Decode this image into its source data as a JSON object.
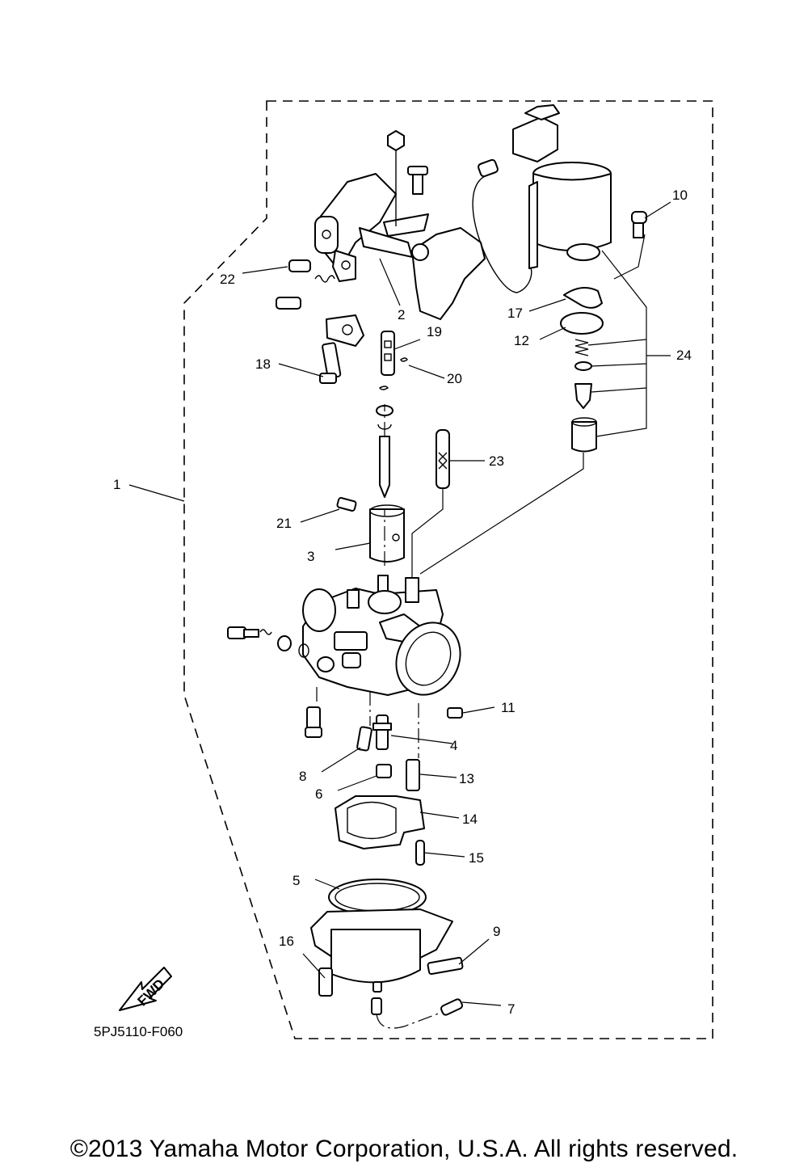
{
  "diagram": {
    "fwd_label": "FWD",
    "ref_code": "5PJ5110-F060",
    "callouts": [
      "1",
      "2",
      "3",
      "4",
      "5",
      "6",
      "7",
      "8",
      "9",
      "10",
      "11",
      "12",
      "13",
      "14",
      "15",
      "16",
      "17",
      "18",
      "19",
      "20",
      "21",
      "22",
      "23",
      "24"
    ]
  },
  "footer": {
    "copyright": "©2013 Yamaha Motor Corporation, U.S.A. All rights reserved."
  }
}
